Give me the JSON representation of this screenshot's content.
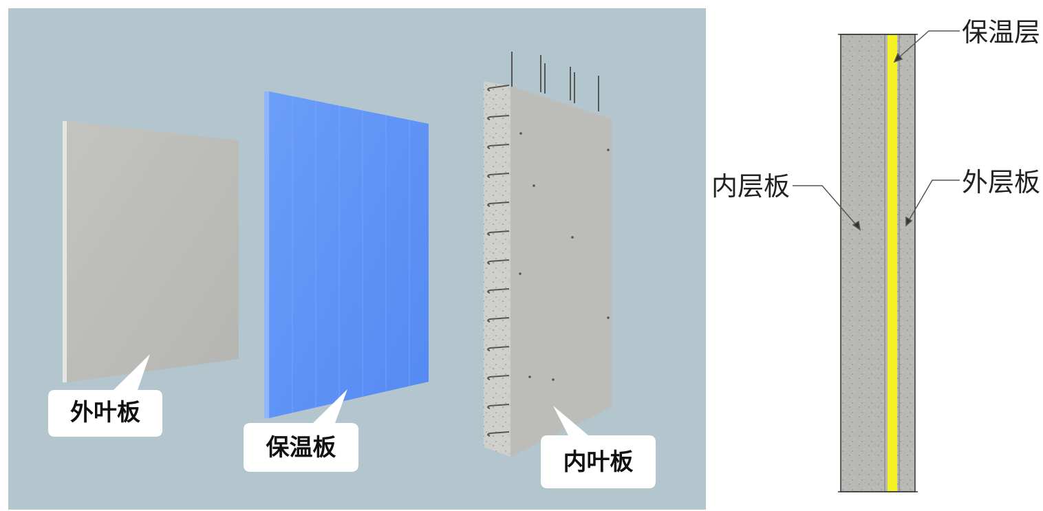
{
  "left": {
    "labels": {
      "outer_leaf": "外叶板",
      "insulation_board": "保温板",
      "inner_leaf": "内叶板"
    }
  },
  "right": {
    "labels": {
      "insulation_layer": "保温层",
      "inner_layer": "内层板",
      "outer_layer": "外层板"
    }
  },
  "colors": {
    "panel_background": "#b3c5cd",
    "concrete": "#b9b9b6",
    "insulation_blue": "#5f93f7",
    "insulation_yellow": "#f4f222"
  }
}
